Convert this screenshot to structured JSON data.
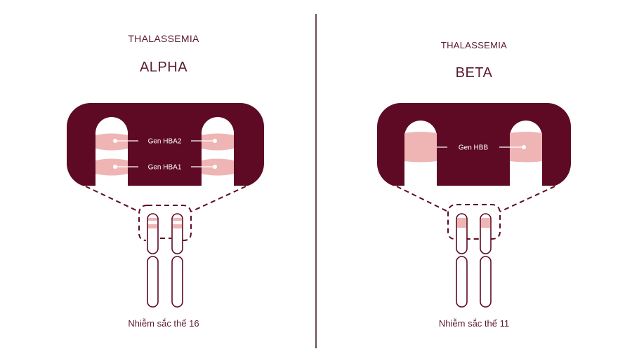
{
  "colors": {
    "primary": "#5e0a24",
    "band": "#efb5b5",
    "text": "#5c1a33",
    "background": "#ffffff"
  },
  "panels": [
    {
      "subtitle": "THALASSEMIA",
      "title": "ALPHA",
      "genes": [
        "Gen HBA2",
        "Gen HBA1"
      ],
      "caption": "Nhiễm sắc thể 16"
    },
    {
      "subtitle": "THALASSEMIA",
      "title": "BETA",
      "genes": [
        "Gen HBB"
      ],
      "caption": "Nhiễm sắc thể 11"
    }
  ]
}
